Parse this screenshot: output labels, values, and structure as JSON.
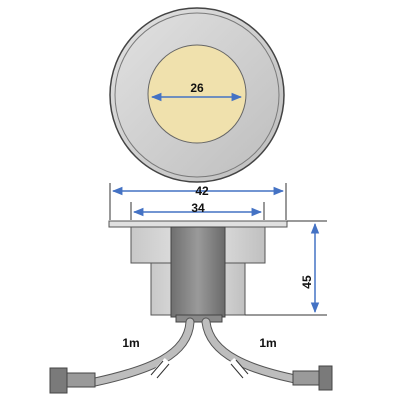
{
  "dimensions": {
    "lens_diameter": "26",
    "outer_diameter": "42",
    "body_diameter": "34",
    "height": "45",
    "cable_left": "1m",
    "cable_right": "1m"
  },
  "colors": {
    "rim": "#d0d0d0",
    "rim_outline": "#444444",
    "lens": "#f0e1ad",
    "dimension_arrow": "#4472c4",
    "body_dark": "#808080",
    "body_light": "#d9d9d9",
    "cable": "#bdbdbd",
    "connector": "#7a7a7a"
  },
  "icons": {
    "arrowhead": "arrowhead-icon"
  }
}
